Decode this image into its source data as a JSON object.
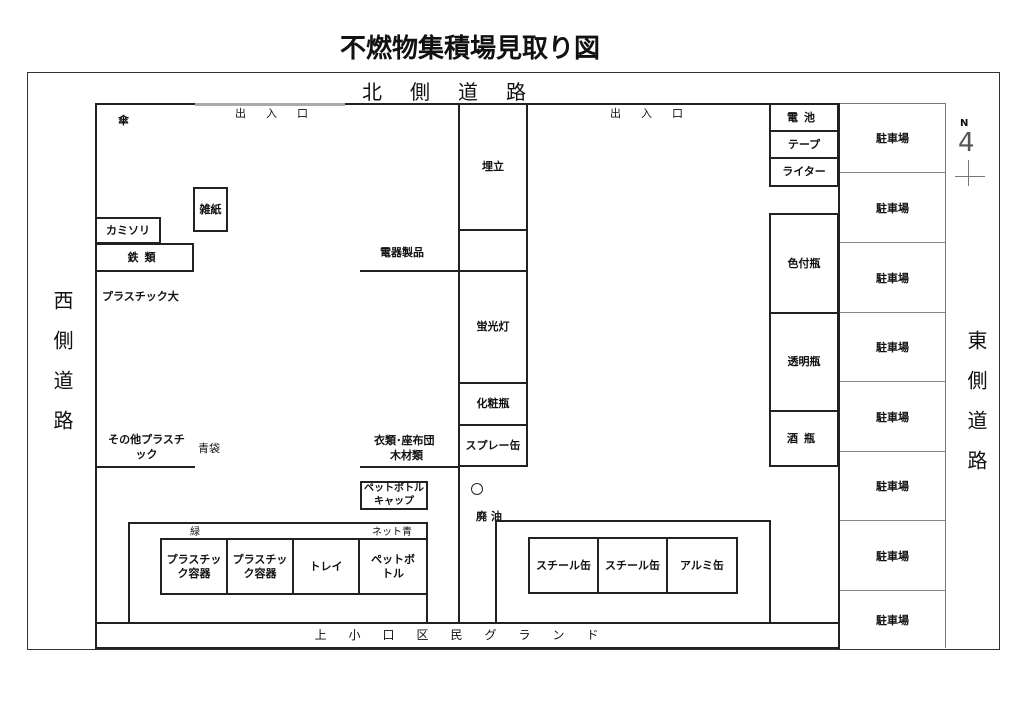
{
  "title": "不燃物集積場見取り図",
  "roads": {
    "north": "北側道路",
    "west": "西側道路",
    "east": "東側道路"
  },
  "ground": "上小口区民グランド",
  "entrances": [
    "出入口",
    "出入口"
  ],
  "compass": "N",
  "left_area": {
    "umbrella": "傘",
    "zasshi": "雑紙",
    "kamisori": "カミソリ",
    "tetsu": "鉄類",
    "plastic_large": "プラスチック大",
    "other_plastic": "その他プラスチック",
    "blue_bag": "青袋",
    "appliances": "電器製品",
    "clothing": "衣類･座布団",
    "wood": "木材類",
    "pet_cap": "ペットボトルキャップ",
    "green": "緑",
    "net_blue": "ネット青",
    "bins": [
      "プラスチック容器",
      "プラスチック容器",
      "トレイ",
      "ペットボトル"
    ]
  },
  "center_column": [
    "埋立",
    "",
    "蛍光灯",
    "化粧瓶",
    "スプレー缶"
  ],
  "waste_oil": "廃油",
  "right_area": {
    "top_boxes": [
      "電池",
      "テープ",
      "ライター"
    ],
    "bottle_boxes": [
      "色付瓶",
      "透明瓶",
      "酒瓶"
    ],
    "cans": [
      "スチール缶",
      "スチール缶",
      "アルミ缶"
    ]
  },
  "parking": [
    "駐車場",
    "駐車場",
    "駐車場",
    "駐車場",
    "駐車場",
    "駐車場",
    "駐車場",
    "駐車場"
  ]
}
